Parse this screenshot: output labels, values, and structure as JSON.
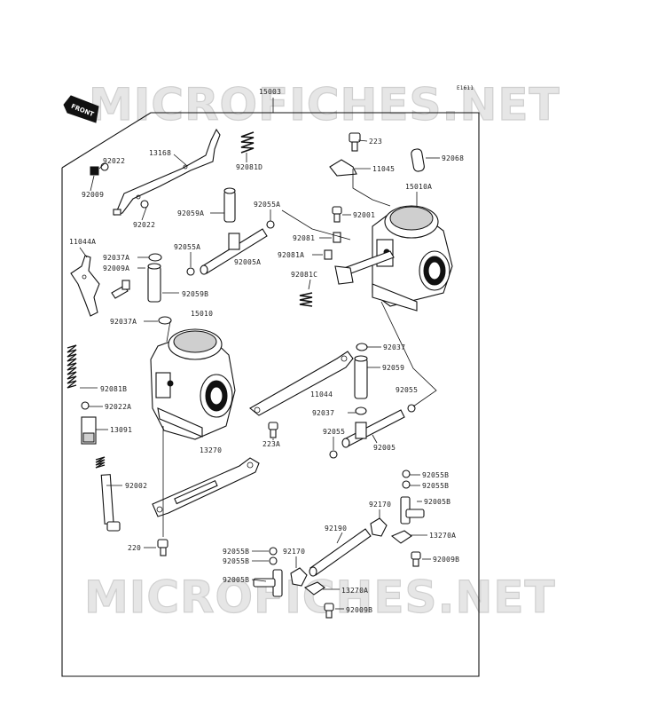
{
  "watermark": {
    "text": "MICROFICHES.NET"
  },
  "diagram_code": "E1611",
  "front_marker": "FRONT",
  "labels": {
    "l15003": "15003",
    "l92022_top": "92022",
    "l13168": "13168",
    "l92009": "92009",
    "l92022_bot": "92022",
    "l92081D": "92081D",
    "l223_top": "223",
    "l11045": "11045",
    "l92068": "92068",
    "l15010A": "15010A",
    "l92059A": "92059A",
    "l92055A_top": "92055A",
    "l92001": "92001",
    "l11044A": "11044A",
    "l92037A_top": "92037A",
    "l92009A": "92009A",
    "l92055A_mid": "92055A",
    "l92081": "92081",
    "l92081A": "92081A",
    "l92005A": "92005A",
    "l92081C": "92081C",
    "l92059B": "92059B",
    "l92037A_bot": "92037A",
    "l15010": "15010",
    "l92037_r": "92037",
    "l92059": "92059",
    "l92081B": "92081B",
    "l11044": "11044",
    "l92055_r": "92055",
    "l92022A": "92022A",
    "l92037_m": "92037",
    "l13091": "13091",
    "l92055_m": "92055",
    "l223A": "223A",
    "l92005": "92005",
    "l13270": "13270",
    "l92002": "92002",
    "l92055B_1": "92055B",
    "l92055B_2": "92055B",
    "l92005B_r": "92005B",
    "l92170_r": "92170",
    "l92190": "92190",
    "l13270A_r": "13270A",
    "l220": "220",
    "l92055B_3": "92055B",
    "l92170_l": "92170",
    "l92009B_r": "92009B",
    "l92055B_4": "92055B",
    "l92005B_l": "92005B",
    "l13270A_b": "13270A",
    "l92009B_b": "92009B"
  }
}
